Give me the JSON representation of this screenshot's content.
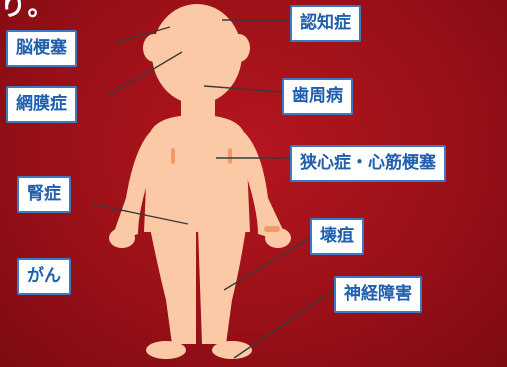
{
  "top_fragment": "り。",
  "labels": {
    "dementia": "認知症",
    "stroke": "脳梗塞",
    "retinopathy": "網膜症",
    "periodontal": "歯周病",
    "heart": "狭心症・心筋梗塞",
    "kidney": "腎症",
    "gangrene": "壊疽",
    "cancer": "がん",
    "neuropathy": "神経障害"
  },
  "colors": {
    "background": "#b4161e",
    "label_border": "#3b79c2",
    "label_text": "#1f5fae",
    "body_skin": "#fbc9a6",
    "leader_line": "#3a3a3a"
  }
}
